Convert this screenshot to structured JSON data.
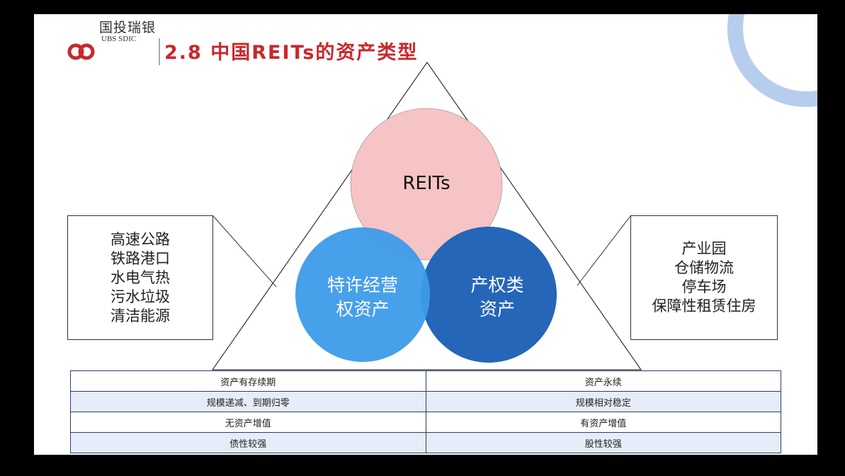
{
  "header": {
    "logo_cn": "国投瑞银",
    "logo_en": "UBS SDIC",
    "title": "2.8 中国REITs的资产类型"
  },
  "diagram": {
    "top_circle": "REITs",
    "left_circle": [
      "特许经营",
      "权资产"
    ],
    "right_circle": [
      "产权类",
      "资产"
    ],
    "left_box": [
      "高速公路",
      "铁路港口",
      "水电气热",
      "污水垃圾",
      "清洁能源"
    ],
    "right_box": [
      "产业园",
      "仓储物流",
      "停车场",
      "保障性租赁住房"
    ]
  },
  "table": {
    "rows": [
      [
        "资产有存续期",
        "资产永续"
      ],
      [
        "规模递减、到期归零",
        "规模相对稳定"
      ],
      [
        "无资产增值",
        "有资产增值"
      ],
      [
        "债性较强",
        "股性较强"
      ]
    ]
  },
  "colors": {
    "title": "#c8282c",
    "pink": "#f6c4c4",
    "blue": "#3d9be9",
    "dark_blue": "#2566b8"
  }
}
